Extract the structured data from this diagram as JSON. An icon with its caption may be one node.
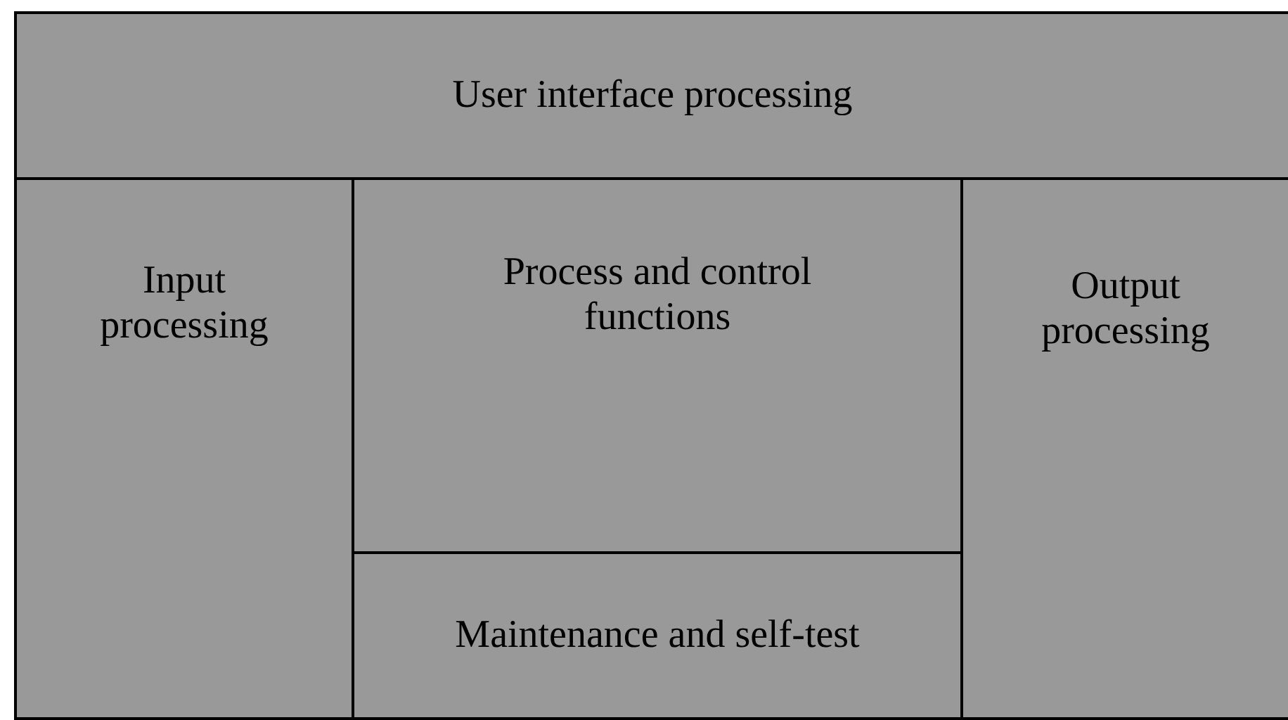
{
  "diagram": {
    "nodes": [
      {
        "text": [
          "User interface processing"
        ]
      },
      {
        "text": [
          "Input processing"
        ]
      },
      {
        "text": [
          "Process and control functions"
        ]
      },
      {
        "text": [
          "Output processing"
        ]
      },
      {
        "text": [
          "Maintenance and self-test"
        ]
      }
    ]
  }
}
